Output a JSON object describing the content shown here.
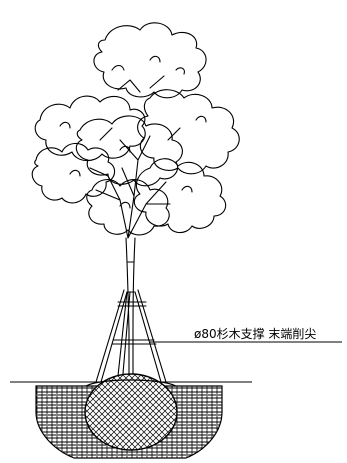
{
  "annotation": {
    "stake_note": "ø80杉木支撑  末端削尖"
  },
  "colors": {
    "ink": "#000000",
    "background": "#ffffff"
  },
  "elements": {
    "crown": "tree-crown",
    "trunk": "tree-trunk",
    "stakes": "support-stakes",
    "soil": "planting-pit-soil",
    "root_ball": "root-ball"
  }
}
